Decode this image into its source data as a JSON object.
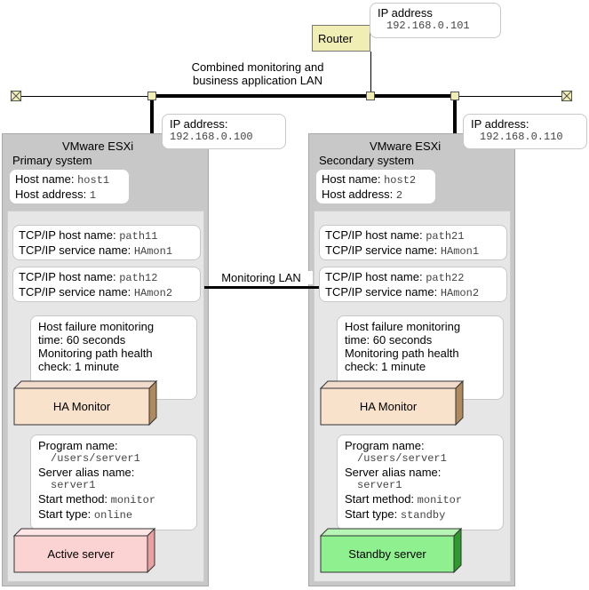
{
  "router": {
    "label": "Router",
    "ip_label": "IP address",
    "ip_value": "192.168.0.101"
  },
  "lan": {
    "combined_line1": "Combined monitoring and",
    "combined_line2": "business application LAN",
    "monitoring": "Monitoring LAN"
  },
  "primary": {
    "title": "VMware ESXi",
    "subtitle": "Primary system",
    "ip_label": "IP address:",
    "ip_value": "192.168.0.100",
    "host_name_label": "Host name:",
    "host_name_value": "host1",
    "host_address_label": "Host address:",
    "host_address_value": "1",
    "tcp1_host_label": "TCP/IP host name:",
    "tcp1_host_value": "path11",
    "tcp1_service_label": "TCP/IP service name:",
    "tcp1_service_value": "HAmon1",
    "tcp2_host_label": "TCP/IP host name:",
    "tcp2_host_value": "path12",
    "tcp2_service_label": "TCP/IP service name:",
    "tcp2_service_value": "HAmon2",
    "monitor_line1": "Host failure monitoring",
    "monitor_line2": "time: 60 seconds",
    "monitor_line3": "Monitoring path health",
    "monitor_line4": "check: 1 minute",
    "ha_label": "HA Monitor",
    "program_label": "Program name:",
    "program_value": "/users/server1",
    "alias_label": "Server alias name:",
    "alias_value": "server1",
    "start_method_label": "Start method:",
    "start_method_value": "monitor",
    "start_type_label": "Start type:",
    "start_type_value": "online",
    "server_label": "Active server",
    "colors": {
      "server_fill": "#fcd3d3",
      "ha_fill": "#f8e2cc"
    }
  },
  "secondary": {
    "title": "VMware ESXi",
    "subtitle": "Secondary system",
    "ip_label": "IP address:",
    "ip_value": "192.168.0.110",
    "host_name_label": "Host name:",
    "host_name_value": "host2",
    "host_address_label": "Host address:",
    "host_address_value": "2",
    "tcp1_host_label": "TCP/IP host name:",
    "tcp1_host_value": "path21",
    "tcp1_service_label": "TCP/IP service name:",
    "tcp1_service_value": "HAmon1",
    "tcp2_host_label": "TCP/IP host name:",
    "tcp2_host_value": "path22",
    "tcp2_service_label": "TCP/IP service name:",
    "tcp2_service_value": "HAmon2",
    "monitor_line1": "Host failure monitoring",
    "monitor_line2": "time: 60 seconds",
    "monitor_line3": "Monitoring path health",
    "monitor_line4": "check: 1 minute",
    "ha_label": "HA Monitor",
    "program_label": "Program name:",
    "program_value": "/users/server1",
    "alias_label": "Server alias name:",
    "alias_value": "server1",
    "start_method_label": "Start method:",
    "start_method_value": "monitor",
    "start_type_label": "Start type:",
    "start_type_value": "standby",
    "server_label": "Standby server",
    "colors": {
      "server_fill": "#8ef08e",
      "ha_fill": "#f8e2cc"
    }
  }
}
